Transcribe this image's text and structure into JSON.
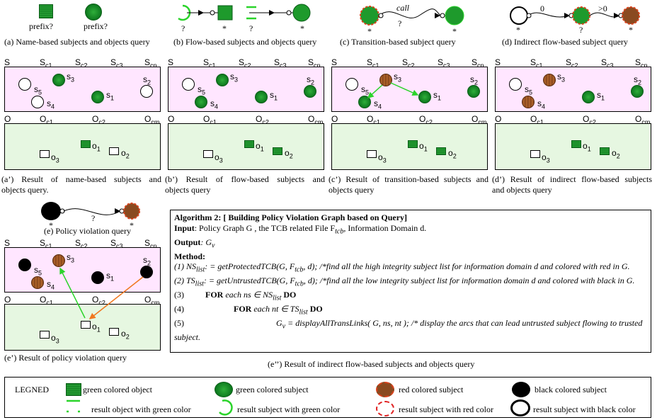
{
  "queries": [
    {
      "id": "a",
      "caption": "(a) Name-based subjects and objects query",
      "labels": [
        "prefix?",
        "prefix?"
      ]
    },
    {
      "id": "b",
      "caption": "(b) Flow-based subjects and objects query",
      "labels": [
        "?",
        "*",
        "?",
        "*"
      ]
    },
    {
      "id": "c",
      "caption": "(c) Transition-based subject query",
      "labels": [
        "call",
        "?",
        "*",
        "*"
      ]
    },
    {
      "id": "d",
      "caption": "(d) Indirect flow-based subject query",
      "labels": [
        "0",
        ">0",
        "*",
        "?",
        "*"
      ]
    },
    {
      "id": "e",
      "caption": "(e) Policy violation query",
      "labels": [
        "?",
        "*",
        "*"
      ]
    }
  ],
  "result_captions": {
    "a": [
      "(a’) Result of name-based subjects and",
      "objects query."
    ],
    "b": [
      "(b’) Result of flow-based subjects and",
      "objects query"
    ],
    "c": [
      "(c’) Result of transition-based subjects and",
      "objects query"
    ],
    "d": [
      "(d’) Result of indirect flow-based subjects",
      "and objects query"
    ],
    "e": "(e’) Result of policy violation query",
    "e2": "(e’’) Result of indirect flow-based subjects and objects query"
  },
  "subject_axis": {
    "s": "S",
    "c1": "c1",
    "c2": "c2",
    "c3": "c3",
    "cn": "cn"
  },
  "object_axis": {
    "o": "O",
    "c1": "c1",
    "c2": "c2",
    "cm": "cm"
  },
  "node_labels": {
    "s1": "1",
    "s2": "2",
    "s3": "3",
    "s4": "4",
    "s5": "5",
    "o1": "1",
    "o2": "2",
    "o3": "3"
  },
  "algorithm": {
    "title": "Algorithm 2: [ Building Policy Violation Graph based on Query]",
    "input_label": "Input",
    "input_text": ":   Policy Graph G , the TCB related File F",
    "input_sub": "tcb",
    "input_tail": ",  Information Domain d.",
    "output_label": "Output",
    "output_text": ":  G",
    "output_sub": "v",
    "method_label": "Method:",
    "line1": "(1)  NS",
    "line1_sub": "list",
    "line1_rest": ": = getProtectedTCB(G, F",
    "line1_sub2": "tcb",
    "line1_rest2": ", d); /*find all the high integrity subject list for information domain d and colored with red in G.",
    "line2": "(2)  TS",
    "line2_sub": "list",
    "line2_rest": ": = getUntrustedTCB(G, F",
    "line2_sub2": "tcb",
    "line2_rest2": ", d); /*find all the low integrity subject list for information domain d and colored with black in G.",
    "line3_num": "(3)",
    "line3_for": "FOR",
    "line3_body": " each ns ∈ NS",
    "line3_sub": "list",
    "line3_do": " DO",
    "line4_num": "(4)",
    "line4_for": "FOR",
    "line4_body": " each nt ∈ TS",
    "line4_sub": "list",
    "line4_do": " DO",
    "line5_num": "(5)",
    "line5_body": "G",
    "line5_sub": "v",
    "line5_rest": " = displayAllTransLinks( G, ns, nt ); /* display the arcs that can lead untrusted subject flowing to trusted subject."
  },
  "legend": {
    "title": "LEGNED",
    "items": [
      "green colored object",
      "result object with green color",
      "green colored subject",
      "result subject with green color",
      "red colored subject",
      "result subject with red color",
      "black colored subject",
      "result subject with black color"
    ]
  },
  "colors": {
    "subject_bg": "#ffe6ff",
    "object_bg": "#e6f7e1",
    "green": "#1e9a2c",
    "red": "#d9421c",
    "black": "#000000",
    "arrow_green": "#2bd42b",
    "arrow_orange": "#f07820"
  }
}
